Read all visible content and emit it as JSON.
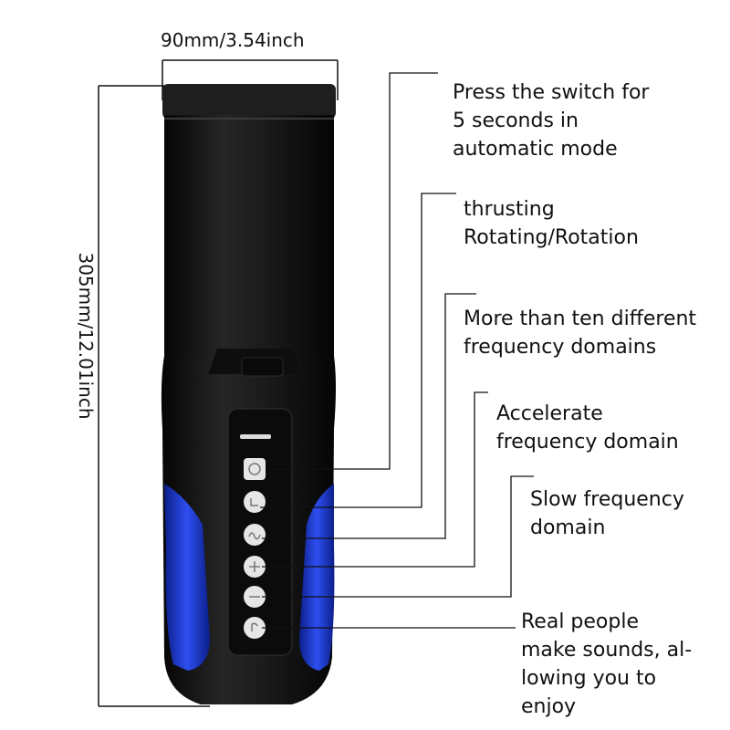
{
  "dimensions": {
    "width_label": "90mm/3.54inch",
    "height_label": "305mm/12.01inch"
  },
  "callouts": [
    {
      "id": "power",
      "text": "Press the switch for\n5 seconds in\nautomatic mode"
    },
    {
      "id": "mode",
      "text": "thrusting\nRotating/Rotation"
    },
    {
      "id": "frequency",
      "text": "More than ten different\nfrequency domains"
    },
    {
      "id": "accelerate",
      "text": "Accelerate\nfrequency domain"
    },
    {
      "id": "slow",
      "text": "Slow frequency\ndomain"
    },
    {
      "id": "voice",
      "text": "Real people\nmake sounds, al-\nlowing you to\nenjoy"
    }
  ],
  "colors": {
    "body": "#141414",
    "grip": "#1f3fd6",
    "button": "#e6e6e6",
    "line": "#111111"
  },
  "icons": [
    "power-icon",
    "mode-icon",
    "frequency-icon",
    "plus-icon",
    "minus-icon",
    "voice-icon"
  ]
}
